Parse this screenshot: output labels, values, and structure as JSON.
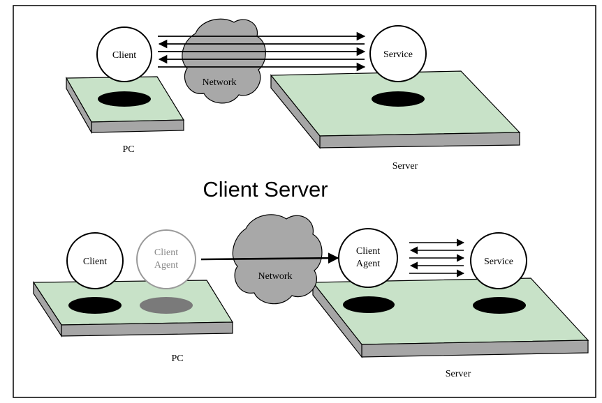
{
  "top_diagram": {
    "client_label": "Client",
    "service_label": "Service",
    "network_label": "Network",
    "pc_label": "PC",
    "server_label": "Server"
  },
  "title": "Client Server",
  "bottom_diagram": {
    "client_label": "Client",
    "client_agent_pc_label_line1": "Client",
    "client_agent_pc_label_line2": "Agent",
    "network_label": "Network",
    "client_agent_server_label_line1": "Client",
    "client_agent_server_label_line2": "Agent",
    "service_label": "Service",
    "pc_label": "PC",
    "server_label": "Server"
  },
  "colors": {
    "platform_top": "#c8e2c8",
    "platform_side": "#a6a6a6",
    "cloud": "#a8a8a8",
    "hole": "#000000",
    "ghost_hole": "#7a7a7a",
    "ghost_stroke": "#9a9a9a"
  }
}
